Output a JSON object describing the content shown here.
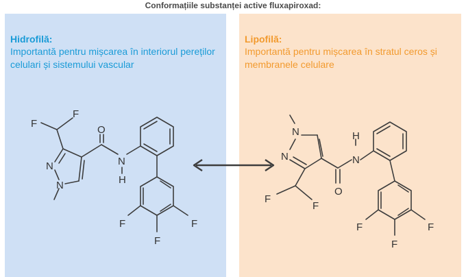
{
  "title": "Conformațiile substanței active fluxapiroxad:",
  "left": {
    "heading": "Hidrofilă:",
    "description": "Importantă pentru mișcarea în interiorul pereților celulari și sistemului vascular",
    "color": "#1a9bd7",
    "background": "#cfe0f5"
  },
  "right": {
    "heading": "Lipofilă:",
    "description": "Importantă pentru mișcarea în stratul ceros și membranele celulare",
    "color": "#f29a2e",
    "background": "#fce3cb"
  },
  "atoms": {
    "fluorine": "F",
    "nitrogen": "N",
    "oxygen": "O",
    "hydrogen": "H"
  },
  "arrow": "double-headed-arrow-icon"
}
